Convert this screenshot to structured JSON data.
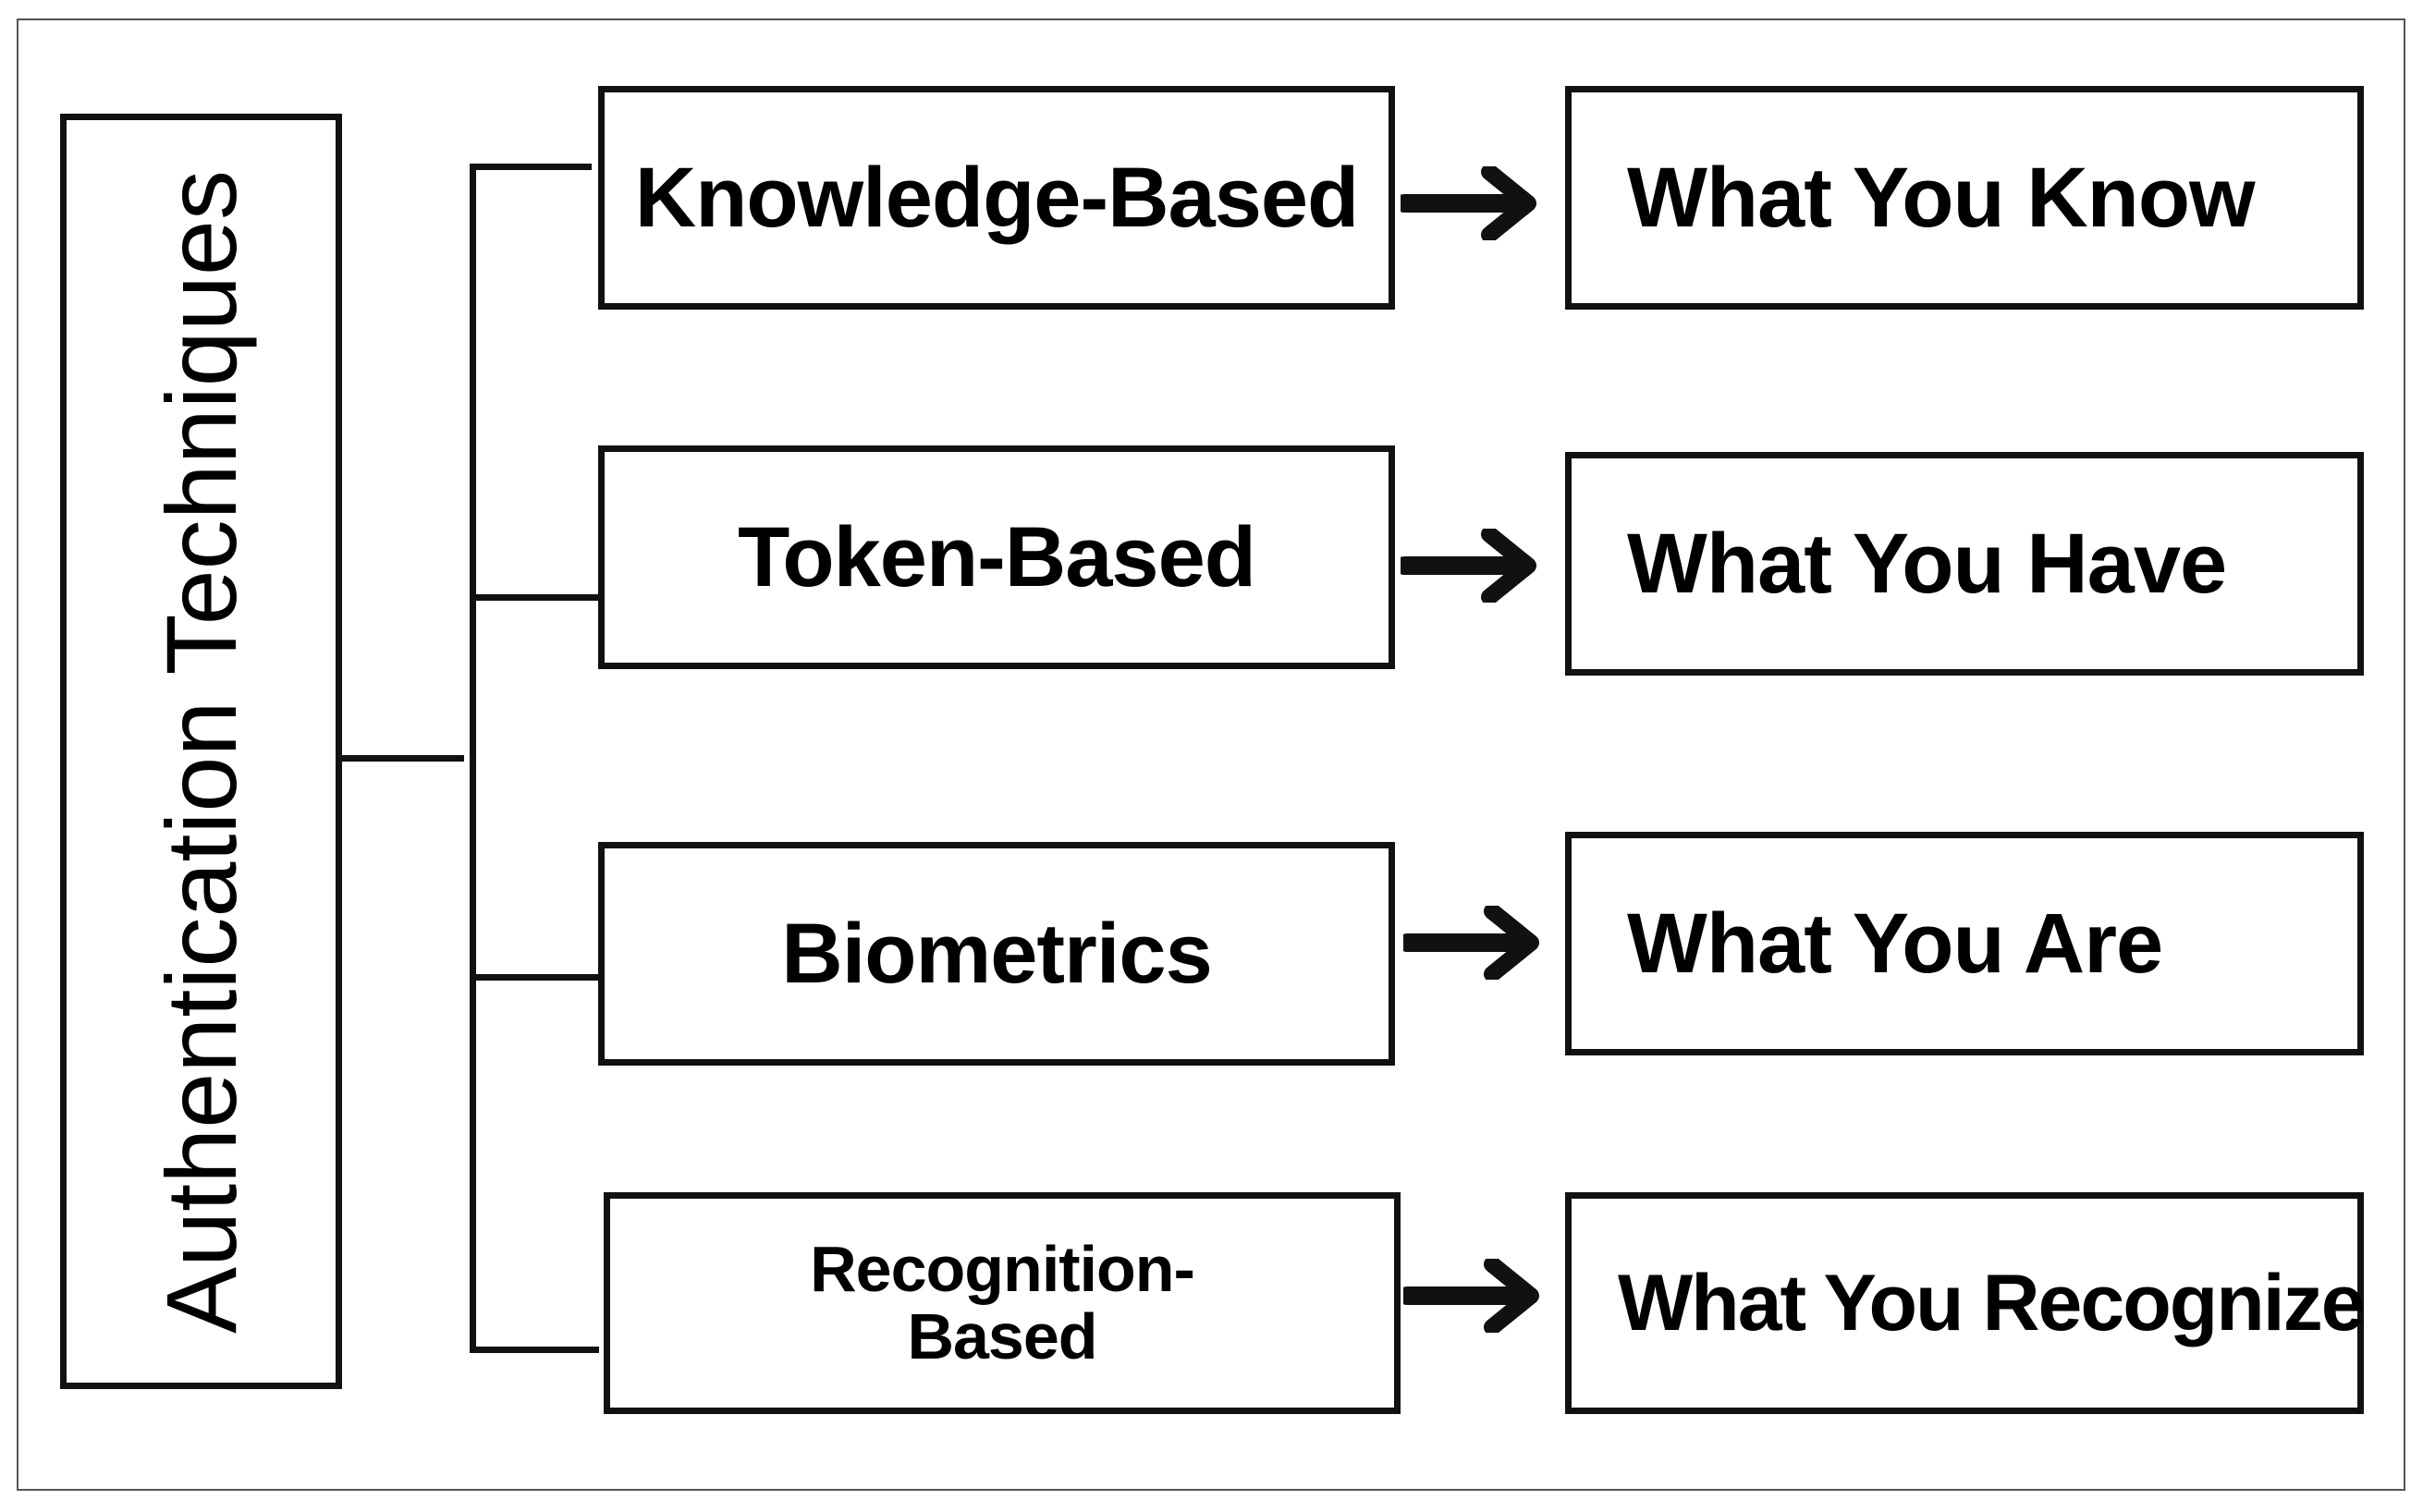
{
  "diagram": {
    "root": {
      "label": "Authentication Techniques"
    },
    "branches": [
      {
        "method": "Knowledge-Based",
        "outcome": "What You Know"
      },
      {
        "method": "Token-Based",
        "outcome": "What You Have"
      },
      {
        "method": "Biometrics",
        "outcome": "What You Are"
      },
      {
        "method": "Recognition-\nBased",
        "outcome": "What You Recognize"
      }
    ]
  },
  "colors": {
    "stroke": "#111111",
    "background": "#ffffff",
    "text": "#000000"
  },
  "icons": {
    "connector": "arrow-right-icon"
  }
}
